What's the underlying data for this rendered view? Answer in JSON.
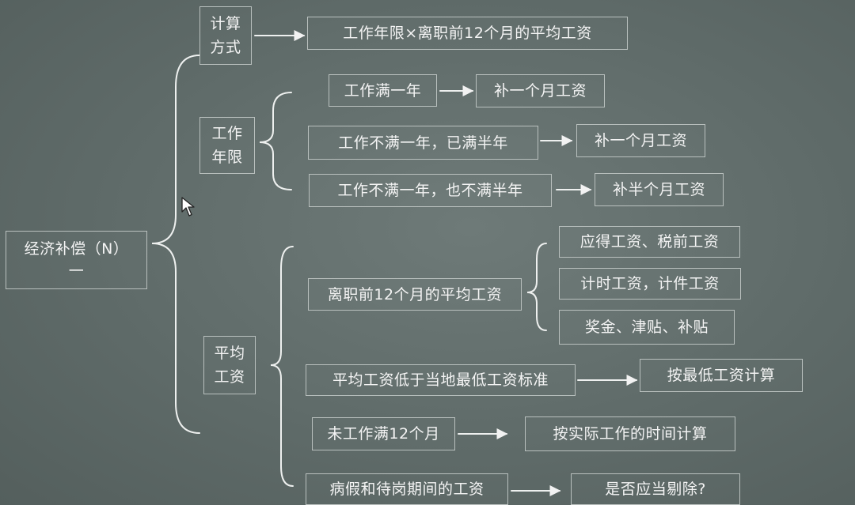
{
  "root": {
    "label": "经济补偿（N）\n一"
  },
  "categories": {
    "calc": {
      "label": "计算\n方式"
    },
    "years": {
      "label": "工作\n年限"
    },
    "wage": {
      "label": "平均\n工资"
    }
  },
  "calc_formula": "工作年限×离职前12个月的平均工资",
  "years_rules": [
    {
      "condition": "工作满一年",
      "result": "补一个月工资"
    },
    {
      "condition": "工作不满一年，已满半年",
      "result": "补一个月工资"
    },
    {
      "condition": "工作不满一年，也不满半年",
      "result": "补半个月工资"
    }
  ],
  "wage_avg": {
    "label": "离职前12个月的平均工资",
    "items": [
      "应得工资、税前工资",
      "计时工资，计件工资",
      "奖金、津贴、补贴"
    ]
  },
  "wage_rules": [
    {
      "condition": "平均工资低于当地最低工资标准",
      "result": "按最低工资计算"
    },
    {
      "condition": "未工作满12个月",
      "result": "按实际工作的时间计算"
    },
    {
      "condition": "病假和待岗期间的工资",
      "result": "是否应当剔除?"
    }
  ]
}
